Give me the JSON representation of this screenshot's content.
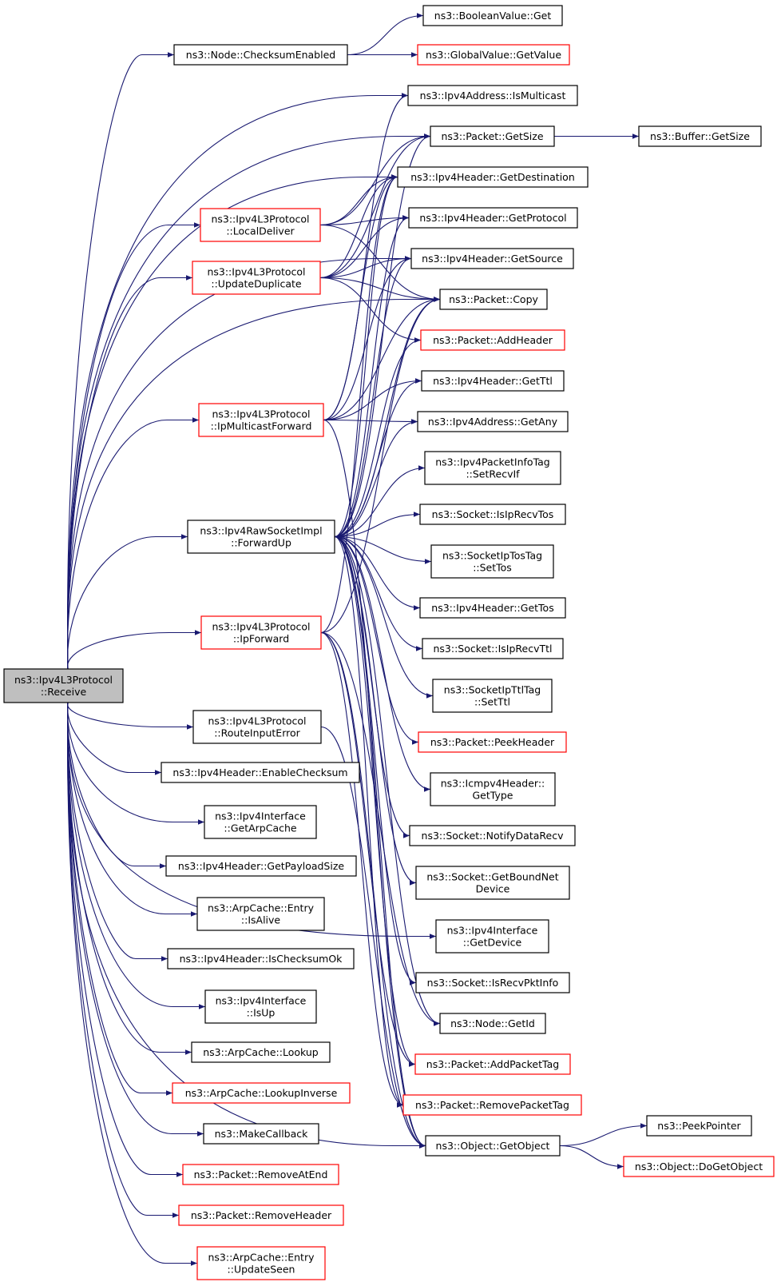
{
  "graph": {
    "colors": {
      "edge": "#191970",
      "node_border_black": "#000000",
      "node_border_red": "#ff0000",
      "root_fill": "#bfbfbf",
      "node_fill": "#ffffff"
    },
    "nodes": [
      {
        "id": "root",
        "lines": [
          "ns3::Ipv4L3Protocol",
          "::Receive"
        ],
        "border": "black",
        "root": true
      },
      {
        "id": "checksumEnabled",
        "lines": [
          "ns3::Node::ChecksumEnabled"
        ],
        "border": "black"
      },
      {
        "id": "localDeliver",
        "lines": [
          "ns3::Ipv4L3Protocol",
          "::LocalDeliver"
        ],
        "border": "red"
      },
      {
        "id": "updateDuplicate",
        "lines": [
          "ns3::Ipv4L3Protocol",
          "::UpdateDuplicate"
        ],
        "border": "red"
      },
      {
        "id": "ipMulticastForward",
        "lines": [
          "ns3::Ipv4L3Protocol",
          "::IpMulticastForward"
        ],
        "border": "red"
      },
      {
        "id": "forwardUp",
        "lines": [
          "ns3::Ipv4RawSocketImpl",
          "::ForwardUp"
        ],
        "border": "black"
      },
      {
        "id": "ipForward",
        "lines": [
          "ns3::Ipv4L3Protocol",
          "::IpForward"
        ],
        "border": "red"
      },
      {
        "id": "routeInputError",
        "lines": [
          "ns3::Ipv4L3Protocol",
          "::RouteInputError"
        ],
        "border": "black"
      },
      {
        "id": "enableChecksum",
        "lines": [
          "ns3::Ipv4Header::EnableChecksum"
        ],
        "border": "black"
      },
      {
        "id": "getArpCache",
        "lines": [
          "ns3::Ipv4Interface",
          "::GetArpCache"
        ],
        "border": "black"
      },
      {
        "id": "getPayloadSize",
        "lines": [
          "ns3::Ipv4Header::GetPayloadSize"
        ],
        "border": "black"
      },
      {
        "id": "isAlive",
        "lines": [
          "ns3::ArpCache::Entry",
          "::IsAlive"
        ],
        "border": "black"
      },
      {
        "id": "isChecksumOk",
        "lines": [
          "ns3::Ipv4Header::IsChecksumOk"
        ],
        "border": "black"
      },
      {
        "id": "isUp",
        "lines": [
          "ns3::Ipv4Interface",
          "::IsUp"
        ],
        "border": "black"
      },
      {
        "id": "lookup",
        "lines": [
          "ns3::ArpCache::Lookup"
        ],
        "border": "black"
      },
      {
        "id": "lookupInverse",
        "lines": [
          "ns3::ArpCache::LookupInverse"
        ],
        "border": "red"
      },
      {
        "id": "makeCallback",
        "lines": [
          "ns3::MakeCallback"
        ],
        "border": "black"
      },
      {
        "id": "removeAtEnd",
        "lines": [
          "ns3::Packet::RemoveAtEnd"
        ],
        "border": "red"
      },
      {
        "id": "removeHeader",
        "lines": [
          "ns3::Packet::RemoveHeader"
        ],
        "border": "red"
      },
      {
        "id": "updateSeen",
        "lines": [
          "ns3::ArpCache::Entry",
          "::UpdateSeen"
        ],
        "border": "red"
      },
      {
        "id": "booleanValueGet",
        "lines": [
          "ns3::BooleanValue::Get"
        ],
        "border": "black"
      },
      {
        "id": "globalValueGetValue",
        "lines": [
          "ns3::GlobalValue::GetValue"
        ],
        "border": "red"
      },
      {
        "id": "isMulticast",
        "lines": [
          "ns3::Ipv4Address::IsMulticast"
        ],
        "border": "black"
      },
      {
        "id": "packetGetSize",
        "lines": [
          "ns3::Packet::GetSize"
        ],
        "border": "black"
      },
      {
        "id": "bufferGetSize",
        "lines": [
          "ns3::Buffer::GetSize"
        ],
        "border": "black"
      },
      {
        "id": "getDestination",
        "lines": [
          "ns3::Ipv4Header::GetDestination"
        ],
        "border": "black"
      },
      {
        "id": "getProtocol",
        "lines": [
          "ns3::Ipv4Header::GetProtocol"
        ],
        "border": "black"
      },
      {
        "id": "getSource",
        "lines": [
          "ns3::Ipv4Header::GetSource"
        ],
        "border": "black"
      },
      {
        "id": "packetCopy",
        "lines": [
          "ns3::Packet::Copy"
        ],
        "border": "black"
      },
      {
        "id": "addHeader",
        "lines": [
          "ns3::Packet::AddHeader"
        ],
        "border": "red"
      },
      {
        "id": "getTtl",
        "lines": [
          "ns3::Ipv4Header::GetTtl"
        ],
        "border": "black"
      },
      {
        "id": "getAny",
        "lines": [
          "ns3::Ipv4Address::GetAny"
        ],
        "border": "black"
      },
      {
        "id": "setRecvIf",
        "lines": [
          "ns3::Ipv4PacketInfoTag",
          "::SetRecvIf"
        ],
        "border": "black"
      },
      {
        "id": "isIpRecvTos",
        "lines": [
          "ns3::Socket::IsIpRecvTos"
        ],
        "border": "black"
      },
      {
        "id": "setTos",
        "lines": [
          "ns3::SocketIpTosTag",
          "::SetTos"
        ],
        "border": "black"
      },
      {
        "id": "getTos",
        "lines": [
          "ns3::Ipv4Header::GetTos"
        ],
        "border": "black"
      },
      {
        "id": "isIpRecvTtl",
        "lines": [
          "ns3::Socket::IsIpRecvTtl"
        ],
        "border": "black"
      },
      {
        "id": "setTtl",
        "lines": [
          "ns3::SocketIpTtlTag",
          "::SetTtl"
        ],
        "border": "black"
      },
      {
        "id": "peekHeader",
        "lines": [
          "ns3::Packet::PeekHeader"
        ],
        "border": "red"
      },
      {
        "id": "icmpGetType",
        "lines": [
          "ns3::Icmpv4Header::",
          "GetType"
        ],
        "border": "black"
      },
      {
        "id": "notifyDataRecv",
        "lines": [
          "ns3::Socket::NotifyDataRecv"
        ],
        "border": "black"
      },
      {
        "id": "getBoundNetDevice",
        "lines": [
          "ns3::Socket::GetBoundNet",
          "Device"
        ],
        "border": "black"
      },
      {
        "id": "ifaceGetDevice",
        "lines": [
          "ns3::Ipv4Interface",
          "::GetDevice"
        ],
        "border": "black"
      },
      {
        "id": "isRecvPktInfo",
        "lines": [
          "ns3::Socket::IsRecvPktInfo"
        ],
        "border": "black"
      },
      {
        "id": "nodeGetId",
        "lines": [
          "ns3::Node::GetId"
        ],
        "border": "black"
      },
      {
        "id": "addPacketTag",
        "lines": [
          "ns3::Packet::AddPacketTag"
        ],
        "border": "red"
      },
      {
        "id": "removePacketTag",
        "lines": [
          "ns3::Packet::RemovePacketTag"
        ],
        "border": "red"
      },
      {
        "id": "getObject",
        "lines": [
          "ns3::Object::GetObject"
        ],
        "border": "black"
      },
      {
        "id": "peekPointer",
        "lines": [
          "ns3::PeekPointer"
        ],
        "border": "black"
      },
      {
        "id": "doGetObject",
        "lines": [
          "ns3::Object::DoGetObject"
        ],
        "border": "red"
      }
    ],
    "edges": [
      [
        "root",
        "checksumEnabled"
      ],
      [
        "root",
        "isMulticast"
      ],
      [
        "root",
        "packetGetSize"
      ],
      [
        "root",
        "getDestination"
      ],
      [
        "root",
        "localDeliver"
      ],
      [
        "root",
        "updateDuplicate"
      ],
      [
        "root",
        "getSource"
      ],
      [
        "root",
        "packetCopy"
      ],
      [
        "root",
        "ipMulticastForward"
      ],
      [
        "root",
        "forwardUp"
      ],
      [
        "root",
        "ipForward"
      ],
      [
        "root",
        "routeInputError"
      ],
      [
        "root",
        "enableChecksum"
      ],
      [
        "root",
        "getArpCache"
      ],
      [
        "root",
        "getPayloadSize"
      ],
      [
        "root",
        "isAlive"
      ],
      [
        "root",
        "isChecksumOk"
      ],
      [
        "root",
        "isUp"
      ],
      [
        "root",
        "lookup"
      ],
      [
        "root",
        "lookupInverse"
      ],
      [
        "root",
        "makeCallback"
      ],
      [
        "root",
        "removeAtEnd"
      ],
      [
        "root",
        "removeHeader"
      ],
      [
        "root",
        "updateSeen"
      ],
      [
        "root",
        "getObject"
      ],
      [
        "root",
        "ifaceGetDevice"
      ],
      [
        "checksumEnabled",
        "booleanValueGet"
      ],
      [
        "checksumEnabled",
        "globalValueGetValue"
      ],
      [
        "packetGetSize",
        "bufferGetSize"
      ],
      [
        "localDeliver",
        "packetGetSize"
      ],
      [
        "localDeliver",
        "getDestination"
      ],
      [
        "localDeliver",
        "getProtocol"
      ],
      [
        "localDeliver",
        "packetCopy"
      ],
      [
        "updateDuplicate",
        "packetGetSize"
      ],
      [
        "updateDuplicate",
        "getDestination"
      ],
      [
        "updateDuplicate",
        "getProtocol"
      ],
      [
        "updateDuplicate",
        "getSource"
      ],
      [
        "updateDuplicate",
        "packetCopy"
      ],
      [
        "updateDuplicate",
        "addHeader"
      ],
      [
        "ipMulticastForward",
        "isMulticast"
      ],
      [
        "ipMulticastForward",
        "getDestination"
      ],
      [
        "ipMulticastForward",
        "getSource"
      ],
      [
        "ipMulticastForward",
        "packetCopy"
      ],
      [
        "ipMulticastForward",
        "getTtl"
      ],
      [
        "ipMulticastForward",
        "getAny"
      ],
      [
        "ipMulticastForward",
        "getObject"
      ],
      [
        "forwardUp",
        "packetGetSize"
      ],
      [
        "forwardUp",
        "getDestination"
      ],
      [
        "forwardUp",
        "getProtocol"
      ],
      [
        "forwardUp",
        "getSource"
      ],
      [
        "forwardUp",
        "packetCopy"
      ],
      [
        "forwardUp",
        "addHeader"
      ],
      [
        "forwardUp",
        "getTtl"
      ],
      [
        "forwardUp",
        "getAny"
      ],
      [
        "forwardUp",
        "setRecvIf"
      ],
      [
        "forwardUp",
        "isIpRecvTos"
      ],
      [
        "forwardUp",
        "setTos"
      ],
      [
        "forwardUp",
        "getTos"
      ],
      [
        "forwardUp",
        "isIpRecvTtl"
      ],
      [
        "forwardUp",
        "setTtl"
      ],
      [
        "forwardUp",
        "peekHeader"
      ],
      [
        "forwardUp",
        "icmpGetType"
      ],
      [
        "forwardUp",
        "notifyDataRecv"
      ],
      [
        "forwardUp",
        "getBoundNetDevice"
      ],
      [
        "forwardUp",
        "isRecvPktInfo"
      ],
      [
        "forwardUp",
        "nodeGetId"
      ],
      [
        "forwardUp",
        "addPacketTag"
      ],
      [
        "forwardUp",
        "removePacketTag"
      ],
      [
        "forwardUp",
        "getObject"
      ],
      [
        "ipForward",
        "getDestination"
      ],
      [
        "ipForward",
        "packetCopy"
      ],
      [
        "ipForward",
        "nodeGetId"
      ],
      [
        "ipForward",
        "addPacketTag"
      ],
      [
        "ipForward",
        "removePacketTag"
      ],
      [
        "ipForward",
        "getObject"
      ],
      [
        "routeInputError",
        "getObject"
      ],
      [
        "getObject",
        "peekPointer"
      ],
      [
        "getObject",
        "doGetObject"
      ]
    ]
  }
}
